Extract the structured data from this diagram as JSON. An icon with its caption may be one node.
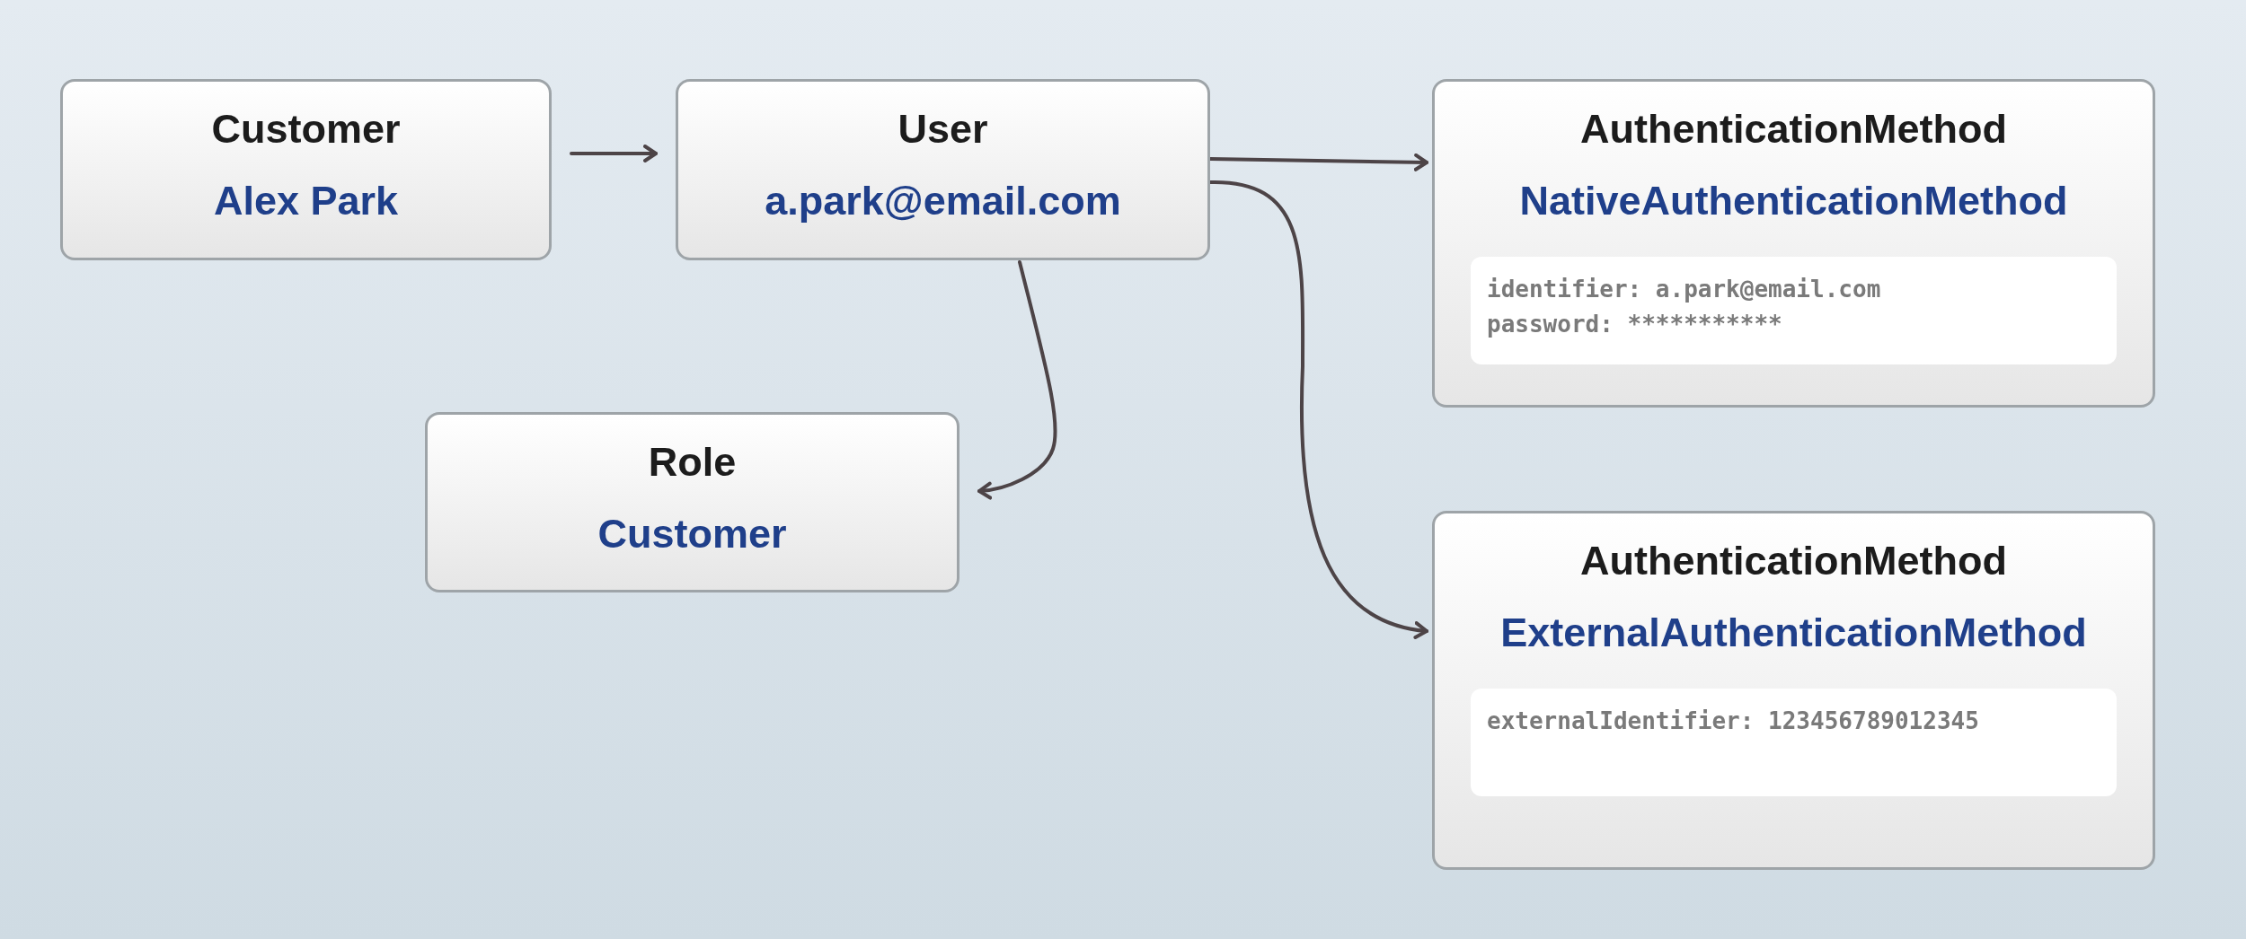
{
  "diagram": {
    "nodes": [
      {
        "text": [
          "Customer",
          "Alex Park"
        ]
      },
      {
        "text": [
          "User",
          "a.park@email.com"
        ]
      },
      {
        "text": [
          "AuthenticationMethod",
          "NativeAuthenticationMethod"
        ]
      },
      {
        "text": [
          "identifier: a.park@email.com",
          "password: ***********"
        ],
        "in": 2
      },
      {
        "text": [
          "Role",
          "Customer"
        ]
      },
      {
        "text": [
          "AuthenticationMethod",
          "ExternalAuthenticationMethod"
        ]
      },
      {
        "text": [
          "externalIdentifier: 123456789012345"
        ],
        "in": 5
      }
    ],
    "edges": [
      {
        "from": 0,
        "to": 1,
        "arrow": "to"
      },
      {
        "from": 1,
        "to": 2,
        "arrow": "to"
      },
      {
        "from": 1,
        "to": 4,
        "arrow": "to"
      },
      {
        "from": 1,
        "to": 5,
        "arrow": "to"
      }
    ]
  }
}
